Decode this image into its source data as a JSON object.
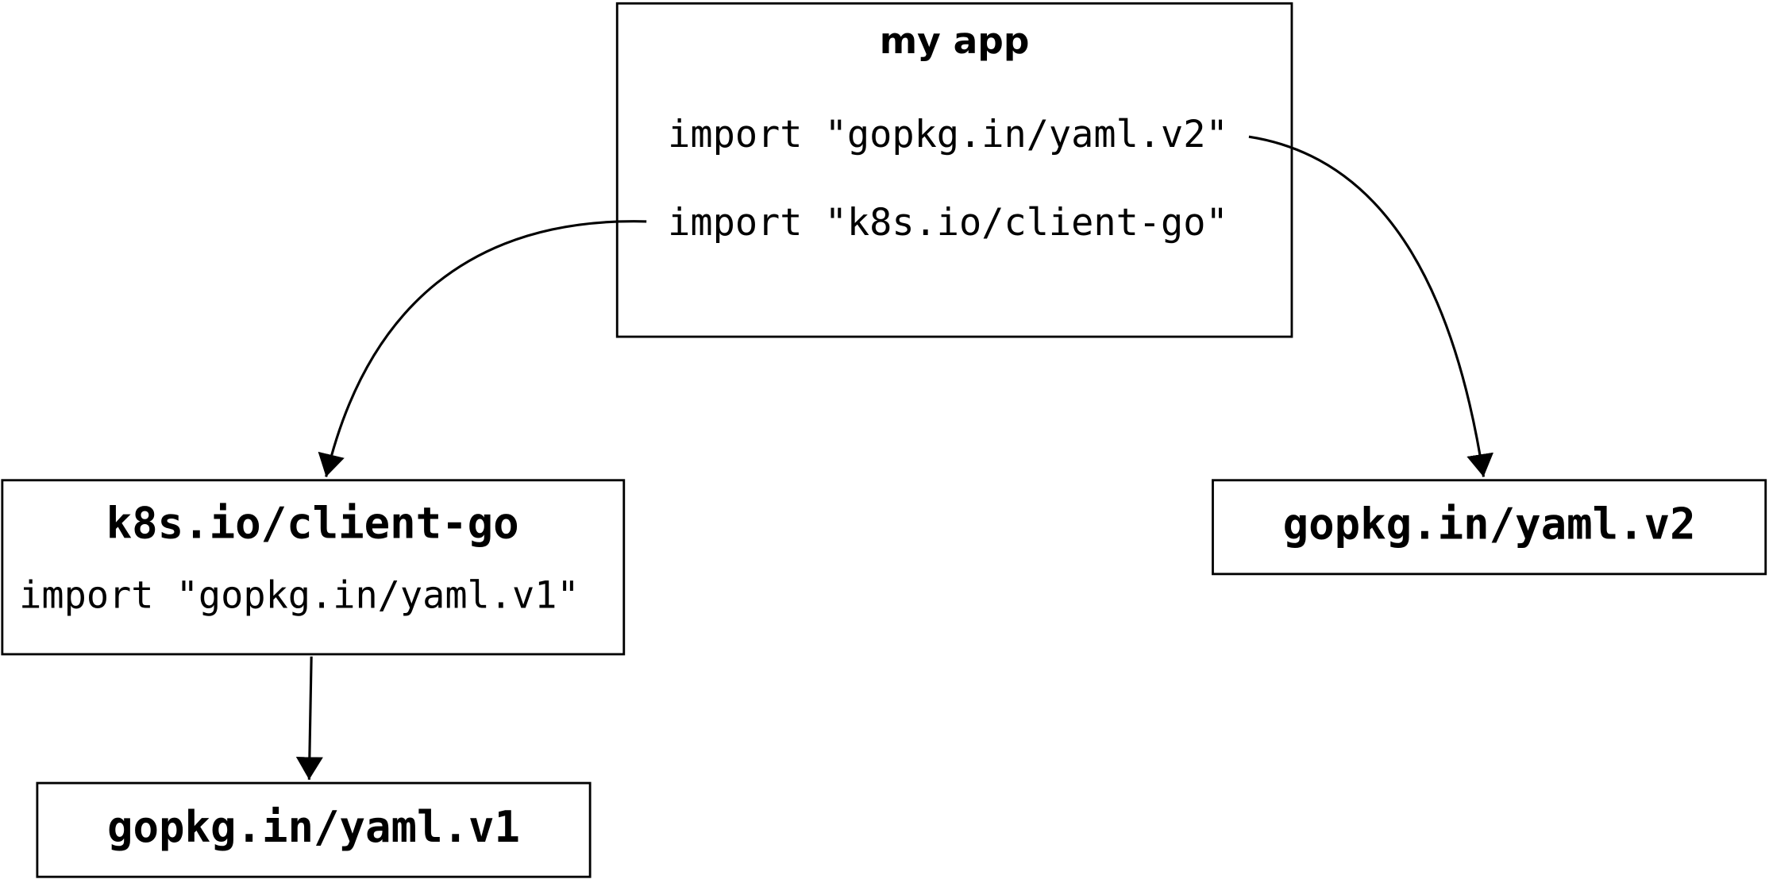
{
  "nodes": {
    "my_app": {
      "title": "my app",
      "imports": [
        "import \"gopkg.in/yaml.v2\"",
        "import \"k8s.io/client-go\""
      ]
    },
    "client_go": {
      "title": "k8s.io/client-go",
      "imports": [
        "import \"gopkg.in/yaml.v1\""
      ]
    },
    "yaml_v2": {
      "title": "gopkg.in/yaml.v2"
    },
    "yaml_v1": {
      "title": "gopkg.in/yaml.v1"
    }
  },
  "edges": [
    {
      "from": "import \"k8s.io/client-go\"",
      "to": "k8s.io/client-go"
    },
    {
      "from": "import \"gopkg.in/yaml.v2\"",
      "to": "gopkg.in/yaml.v2"
    },
    {
      "from": "k8s.io/client-go",
      "to": "gopkg.in/yaml.v1"
    }
  ]
}
